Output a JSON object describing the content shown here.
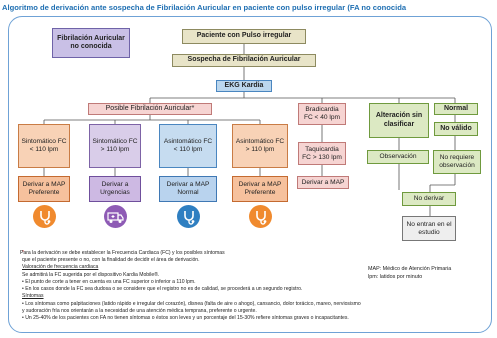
{
  "title": "Algoritmo de derivación ante sospecha de Fibrilación Auricular en paciente con pulso irregular (FA no conocida",
  "nodes": {
    "fa_no_conocida": "Fibrilación Auricular no conocida",
    "paciente": "Paciente con Pulso irregular",
    "sospecha": "Sospecha de Fibrilación Auricular",
    "ekg": "EKG Kardia",
    "posible": "Posible Fibrilación Auricular*",
    "bradicardia": "Bradicardia FC < 40 lpm",
    "taquicardia": "Taquicardia FC > 130 lpm",
    "derivar_map_right": "Derivar a MAP",
    "alteracion": "Alteración sin clasificar",
    "normal": "Normal",
    "no_valido": "No válido",
    "observacion": "Observación",
    "no_requiere": "No requiere observación",
    "no_derivar": "No derivar",
    "no_entran": "No entran en el estudio",
    "cols": [
      {
        "head": "Sintomático FC < 110 lpm",
        "action": "Derivar a MAP Preferente"
      },
      {
        "head": "Sintomático FC > 110 lpm",
        "action": "Derivar a Urgencias"
      },
      {
        "head": "Asintomático FC < 110 lpm",
        "action": "Derivar a MAP Normal"
      },
      {
        "head": "Asintomático FC > 110 lpm",
        "action": "Derivar a MAP Preferente"
      }
    ]
  },
  "icons": [
    "stethoscope-icon",
    "ambulance-icon",
    "stethoscope-icon",
    "stethoscope-icon"
  ],
  "notes": {
    "n1a": "* Para la derivación se debe establecer la Frecuencia Cardiaca (FC) y los posibles síntomas",
    "n1b": "que el paciente presente o no, con la finalidad de decidir el área de derivación.",
    "valoracion_title": "Valoración de frecuencia cardiaca",
    "valoracion_text": "Se admitirá la FC sugerida por el dispositivo Kardia Mobile®.",
    "b1": "• El punto de corte a tener en cuenta es una FC superior o inferior a 110 lpm.",
    "b2": "• En los casos donde la FC sea dudosa o se considere que el registro no es de calidad, se procederá a un segundo registro.",
    "sintomas_title": "Síntomas",
    "b3a": "• Los síntomas como palpitaciones (latido rápido e irregular del corazón), disnea (falta de aire o ahogo), cansancio, dolor torácico, mareo, nerviosismo",
    "b3b": "  y sudoración fría nos orientarán a la necesidad de una atención médica temprana, preferente o urgente.",
    "b4": "• Un 25-40% de los pacientes con FA no tienen síntomas o éstos son leves y un porcentaje del 15-30% refiere síntomas graves o incapacitantes."
  },
  "legend": {
    "map": "MAP: Médico de Atención Primaria",
    "lpm": "lpm: latidos por minuto"
  },
  "colors": {
    "title": "#1f6fb2",
    "frame": "#6fa2d6",
    "connector": "#555555",
    "asterisk": "#d21f1f"
  }
}
